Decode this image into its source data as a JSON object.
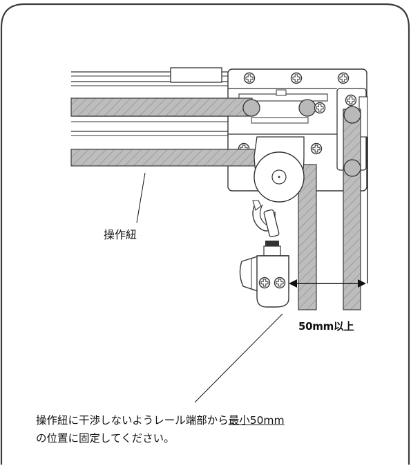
{
  "labels": {
    "cord": "操作紐",
    "dimension": "50mm以上"
  },
  "note": {
    "line1_pre": "操作紐に干渉しないようレール端部から",
    "line1_emph": "最小50mm",
    "line2": "の位置に固定してください。"
  },
  "colors": {
    "outline": "#3a3a3a",
    "cord_fill": "#b9b9b9",
    "hatch": "#8a8a8a",
    "frame": "#3c3c3c"
  }
}
